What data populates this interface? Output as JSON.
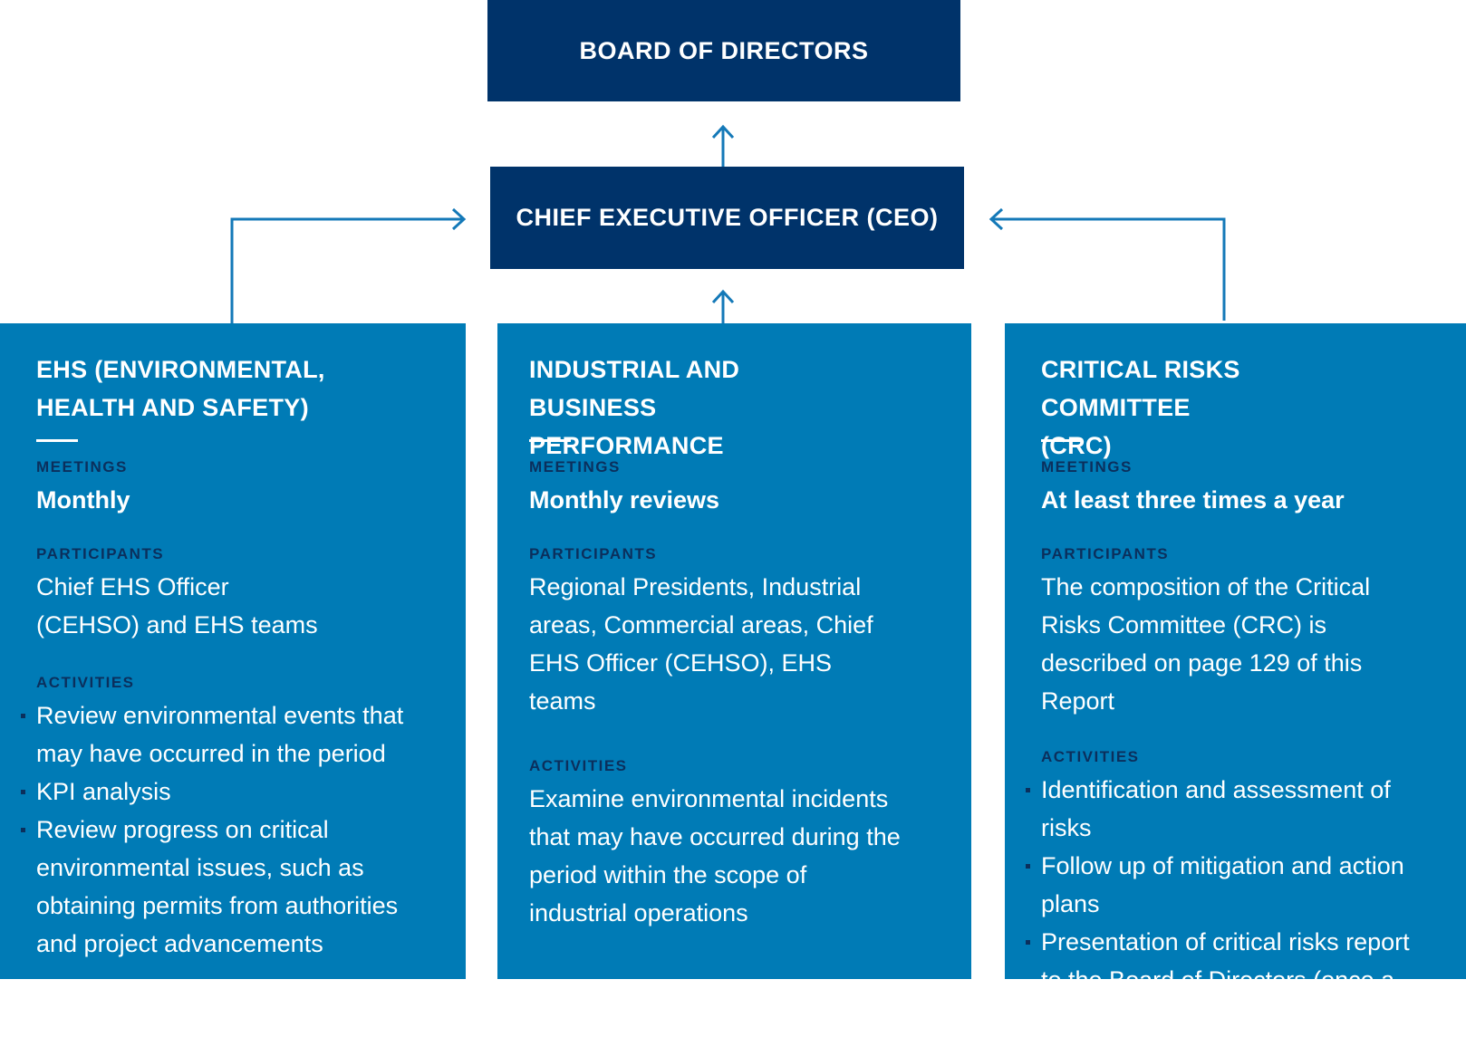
{
  "board": {
    "label": "BOARD OF DIRECTORS"
  },
  "ceo": {
    "label": "CHIEF EXECUTIVE OFFICER (CEO)"
  },
  "colors": {
    "dark_navy": "#00336a",
    "panel_blue": "#007bb6",
    "label_navy": "#0b2f5c",
    "arrow_blue": "#1479b8"
  },
  "panels": [
    {
      "title": "EHS (ENVIRONMENTAL, HEALTH AND SAFETY)",
      "meetings_label": "MEETINGS",
      "meetings_value": "Monthly",
      "participants_label": "PARTICIPANTS",
      "participants_value": "Chief EHS Officer (CEHSO) and EHS teams",
      "activities_label": "ACTIVITIES",
      "activities": [
        "Review environmental events that may have occurred in the period",
        "KPI analysis",
        "Review progress on critical environmental issues, such as obtaining permits from authorities and project advancements"
      ]
    },
    {
      "title": "INDUSTRIAL AND BUSINESS PERFORMANCE",
      "meetings_label": "MEETINGS",
      "meetings_value": "Monthly reviews",
      "participants_label": "PARTICIPANTS",
      "participants_value": "Regional Presidents, Industrial areas, Commercial areas, Chief EHS Officer (CEHSO), EHS teams",
      "activities_label": "ACTIVITIES",
      "activities_text": "Examine environmental incidents that may have occurred during the period within the scope of industrial operations"
    },
    {
      "title": "CRITICAL RISKS COMMITTEE (CRC)",
      "meetings_label": "MEETINGS",
      "meetings_value": "At least three times a year",
      "participants_label": "PARTICIPANTS",
      "participants_value": "The composition of the Critical Risks Committee (CRC) is described on page 129 of this Report",
      "activities_label": "ACTIVITIES",
      "activities": [
        "Identification and assessment of risks",
        "Follow up of mitigation and action plans",
        "Presentation of critical risks report to the Board of Directors (once a year)"
      ]
    }
  ]
}
